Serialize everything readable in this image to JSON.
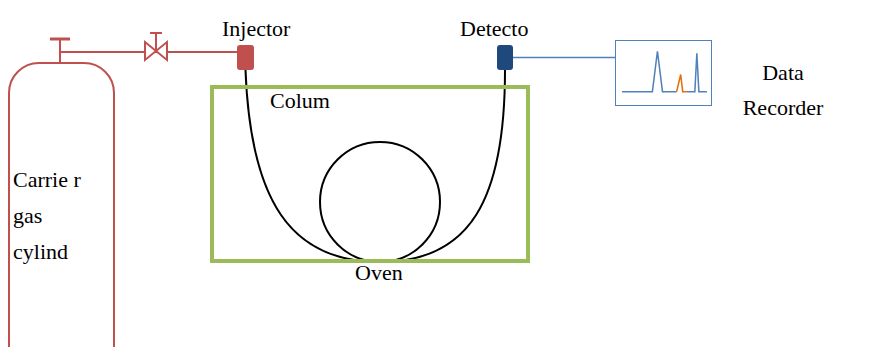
{
  "diagram": {
    "nodes": [
      {
        "text": [
          "Carrie r gas cylind"
        ]
      },
      {
        "text": [
          "Injector"
        ]
      },
      {
        "text": [
          "Detecto"
        ]
      },
      {
        "text": [
          "Data Recorder"
        ]
      },
      {
        "text": [
          "Oven"
        ]
      }
    ],
    "edges": [
      {
        "from": 0,
        "to": 1,
        "arrow": "none"
      },
      {
        "from": 1,
        "to": 2,
        "arrow": "none"
      },
      {
        "from": 2,
        "to": 3,
        "arrow": "none"
      }
    ],
    "labels": [
      "Colum"
    ]
  }
}
